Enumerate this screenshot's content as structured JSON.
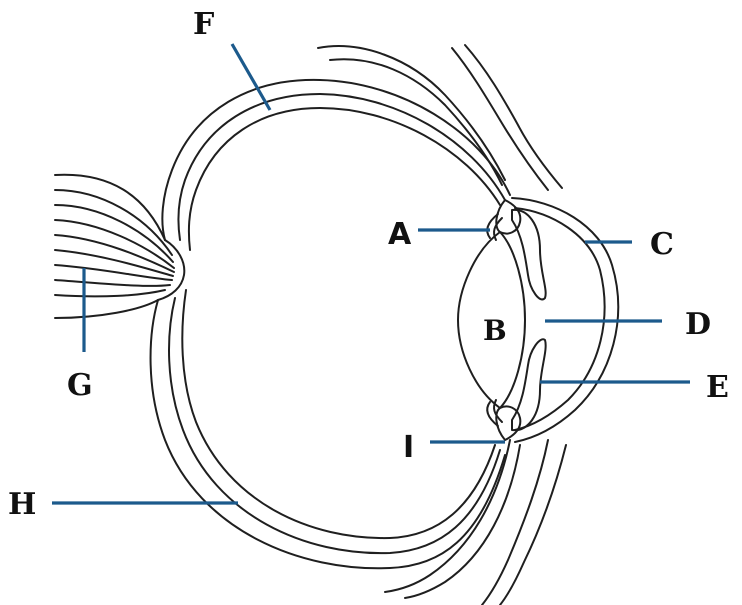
{
  "colors": {
    "leader_line": "#1c5a8c",
    "outline": "#1f1f1f",
    "background": "#ffffff"
  },
  "labels": {
    "a": "A",
    "b": "B",
    "c": "C",
    "d": "D",
    "e": "E",
    "f": "F",
    "g": "G",
    "h": "H",
    "i": "I"
  }
}
